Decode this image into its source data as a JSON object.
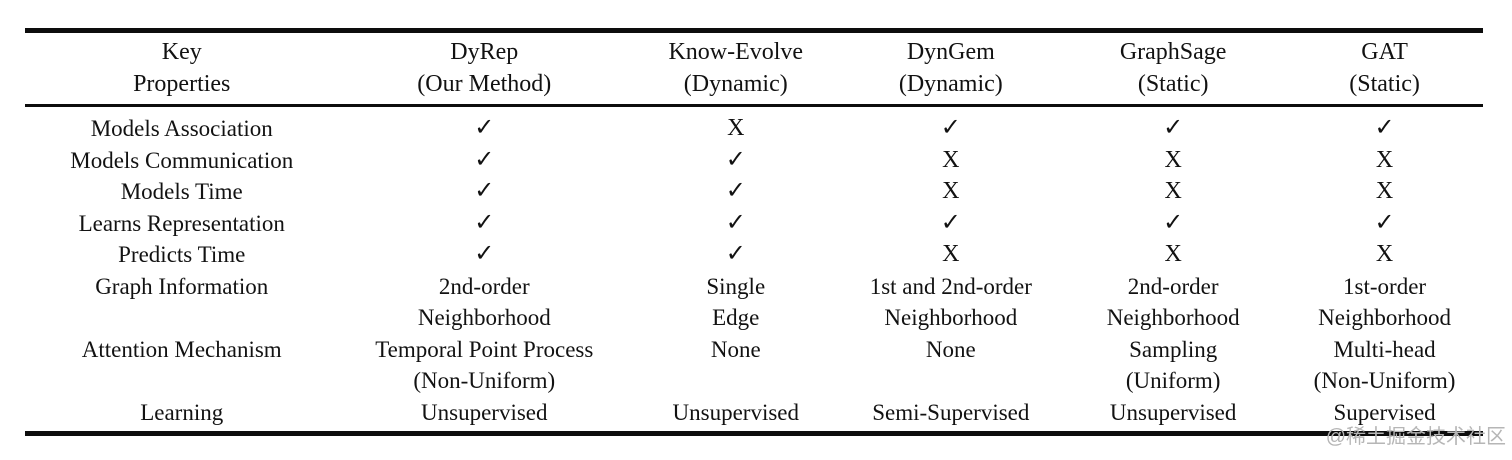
{
  "watermark": "@稀土掘金技术社区",
  "table": {
    "columns": [
      {
        "line1": "Key",
        "line2": "Properties"
      },
      {
        "line1": "DyRep",
        "line2": "(Our Method)"
      },
      {
        "line1": "Know-Evolve",
        "line2": "(Dynamic)"
      },
      {
        "line1": "DynGem",
        "line2": "(Dynamic)"
      },
      {
        "line1": "GraphSage",
        "line2": "(Static)"
      },
      {
        "line1": "GAT",
        "line2": "(Static)"
      }
    ],
    "check_symbol": "✓",
    "cross_symbol": "X",
    "rows": [
      {
        "property": "Models Association",
        "values": [
          [
            "✓"
          ],
          [
            "X"
          ],
          [
            "✓"
          ],
          [
            "✓"
          ],
          [
            "✓"
          ]
        ]
      },
      {
        "property": "Models Communication",
        "values": [
          [
            "✓"
          ],
          [
            "✓"
          ],
          [
            "X"
          ],
          [
            "X"
          ],
          [
            "X"
          ]
        ]
      },
      {
        "property": "Models Time",
        "values": [
          [
            "✓"
          ],
          [
            "✓"
          ],
          [
            "X"
          ],
          [
            "X"
          ],
          [
            "X"
          ]
        ]
      },
      {
        "property": "Learns Representation",
        "values": [
          [
            "✓"
          ],
          [
            "✓"
          ],
          [
            "✓"
          ],
          [
            "✓"
          ],
          [
            "✓"
          ]
        ]
      },
      {
        "property": "Predicts Time",
        "values": [
          [
            "✓"
          ],
          [
            "✓"
          ],
          [
            "X"
          ],
          [
            "X"
          ],
          [
            "X"
          ]
        ]
      },
      {
        "property": "Graph Information",
        "values": [
          [
            "2nd-order",
            "Neighborhood"
          ],
          [
            "Single",
            "Edge"
          ],
          [
            "1st and 2nd-order",
            "Neighborhood"
          ],
          [
            "2nd-order",
            "Neighborhood"
          ],
          [
            "1st-order",
            "Neighborhood"
          ]
        ]
      },
      {
        "property": "Attention Mechanism",
        "values": [
          [
            "Temporal Point Process",
            "(Non-Uniform)"
          ],
          [
            "None"
          ],
          [
            "None"
          ],
          [
            "Sampling",
            "(Uniform)"
          ],
          [
            "Multi-head",
            "(Non-Uniform)"
          ]
        ]
      },
      {
        "property": "Learning",
        "values": [
          [
            "Unsupervised"
          ],
          [
            "Unsupervised"
          ],
          [
            "Semi-Supervised"
          ],
          [
            "Unsupervised"
          ],
          [
            "Supervised"
          ]
        ]
      }
    ]
  }
}
